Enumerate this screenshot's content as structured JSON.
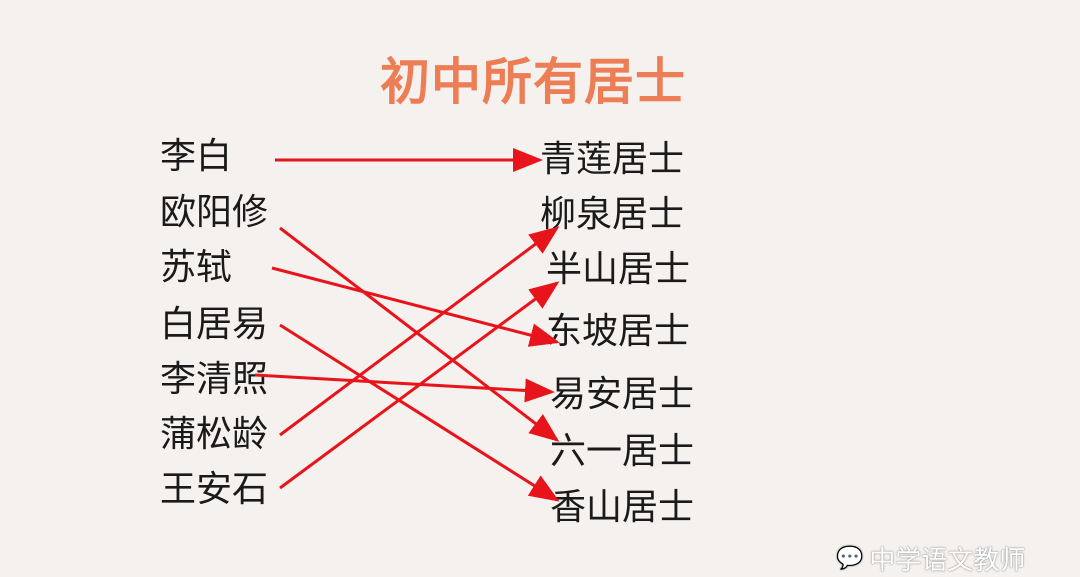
{
  "title": "初中所有居士",
  "people": [
    "李白",
    "欧阳修",
    "苏轼",
    "白居易",
    "李清照",
    "蒲松龄",
    "王安石"
  ],
  "titles": [
    "青莲居士",
    "柳泉居士",
    "半山居士",
    "东坡居士",
    "易安居士",
    "六一居士",
    "香山居士"
  ],
  "matches": [
    [
      0,
      0
    ],
    [
      1,
      5
    ],
    [
      2,
      3
    ],
    [
      3,
      6
    ],
    [
      4,
      4
    ],
    [
      5,
      1
    ],
    [
      6,
      2
    ]
  ],
  "arrow_color": "#e8141b",
  "title_color": "#ec7d55",
  "watermark": {
    "icon": "wechat-icon",
    "text": "中学语文教师"
  }
}
